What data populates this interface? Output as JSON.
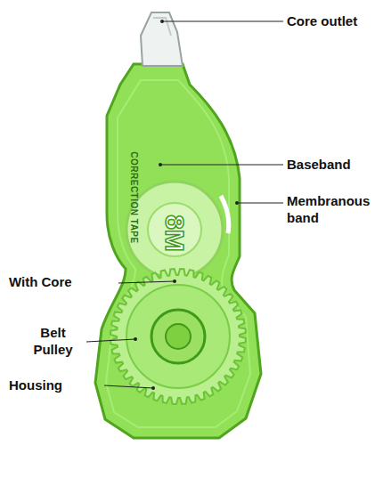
{
  "diagram": {
    "labels": [
      "Core outlet",
      "Baseband",
      "Membranous band",
      "With Core",
      "Belt Pulley",
      "Housing",
      "8M",
      "CORRECTION TAPE"
    ]
  }
}
